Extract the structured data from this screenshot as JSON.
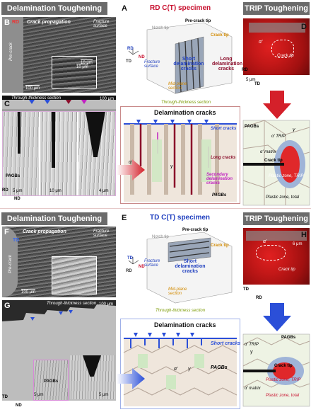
{
  "top": {
    "header_left": "Delamination Toughening",
    "header_right": "TRIP Toughening",
    "panel_b": {
      "label": "B",
      "axis": "RD",
      "caption": "Crack propagation",
      "fracture_surface": "Fracture surface",
      "pre_crack": "Pre-crack",
      "scale_main": "100 μm",
      "scale_inset": "10 μm"
    },
    "panel_c": {
      "label": "C",
      "section": "Through-thickness section",
      "scale_top": "100 μm",
      "scale_1": "5 μm",
      "scale_2": "10 μm",
      "scale_3": "4 μm",
      "pagbs": "PAGBs",
      "axis_v": "RD",
      "axis_h": "ND"
    },
    "panel_a": {
      "label": "A",
      "title": "RD C(T) specimen",
      "notch_tip": "Notch tip",
      "pre_crack_tip": "Pre-crack tip",
      "crack_tip": "Crack tip",
      "fracture_surface": "Fracture surface",
      "short_cracks": "Short delamination cracks",
      "long_cracks": "Long delamination cracks",
      "mid_plane": "Mid-plane section",
      "through": "Through-thickness section",
      "ax_rd": "RD",
      "ax_nd": "ND",
      "ax_td": "TD"
    },
    "schematic": {
      "title": "Delamination cracks",
      "short": "Short cracks",
      "long": "Long cracks",
      "secondary": "Secondary delamination cracks",
      "pagbs": "PAGBs",
      "alpha": "α'",
      "gamma": "γ"
    },
    "panel_d": {
      "label": "D",
      "crack_tip": "Crack tip",
      "alpha": "α'",
      "scale": "5 μm",
      "axis_v": "RD",
      "axis_h": "TD"
    },
    "trip": {
      "pagbs": "PAGBs",
      "alpha_trip": "α' TRIP",
      "gamma": "γ",
      "alpha_matrix": "α' matrix",
      "crack_tip": "Crack tip",
      "plastic_trip": "Plastic zone, TRIP",
      "plastic_total": "Plastic zone, total"
    }
  },
  "bottom": {
    "header_left": "Delamination Toughening",
    "header_right": "TRIP Toughening",
    "panel_f": {
      "label": "F",
      "axis": "TD",
      "caption": "Crack propagation",
      "fracture_surface": "Fracture surface",
      "pre_crack": "Pre-crack",
      "scale_main": "100 μm",
      "scale_inset": "10 μm"
    },
    "panel_g": {
      "label": "G",
      "section": "Through-thickness section",
      "scale_top": "100 μm",
      "scale_1": "5 μm",
      "scale_2": "5 μm",
      "pagbs": "PAGBs",
      "axis_v": "TD",
      "axis_h": "ND"
    },
    "panel_e": {
      "label": "E",
      "title": "TD C(T) specimen",
      "notch_tip": "Notch tip",
      "pre_crack_tip": "Pre-crack tip",
      "crack_tip": "Crack tip",
      "fracture_surface": "Fracture surface",
      "short_cracks": "Short delamination cracks",
      "mid_plane": "Mid-plane section",
      "through": "Through-thickness section",
      "ax_rd": "RD",
      "ax_nd": "ND",
      "ax_td": "TD"
    },
    "schematic": {
      "title": "Delamination cracks",
      "short": "Short cracks",
      "pagbs": "PAGBs",
      "alpha": "α'",
      "gamma": "γ"
    },
    "panel_h": {
      "label": "H",
      "crack_tip": "Crack tip",
      "alpha": "α'",
      "scale": "6 μm",
      "axis_v": "TD",
      "axis_h": "RD"
    },
    "trip": {
      "pagbs": "PAGBs",
      "alpha_trip": "α' TRIP",
      "gamma": "γ",
      "alpha_matrix": "α' matrix",
      "crack_tip": "Crack tip",
      "plastic_trip": "Plastic zone, TRIP",
      "plastic_total": "Plastic zone, total"
    }
  },
  "colors": {
    "header": "#6b6b6b",
    "rd_red": "#c8102e",
    "td_blue": "#1f3fbf",
    "short_crack_blue": "#2b4fd8",
    "long_crack_red": "#8b0d2a",
    "secondary_magenta": "#c020c0",
    "grain_green": "#cfe8c3",
    "grain_tan": "#efe6dc",
    "plastic_red": "#e0282a",
    "plastic_blue": "#9fb4d8",
    "frame_pink": "#c98a8a"
  }
}
